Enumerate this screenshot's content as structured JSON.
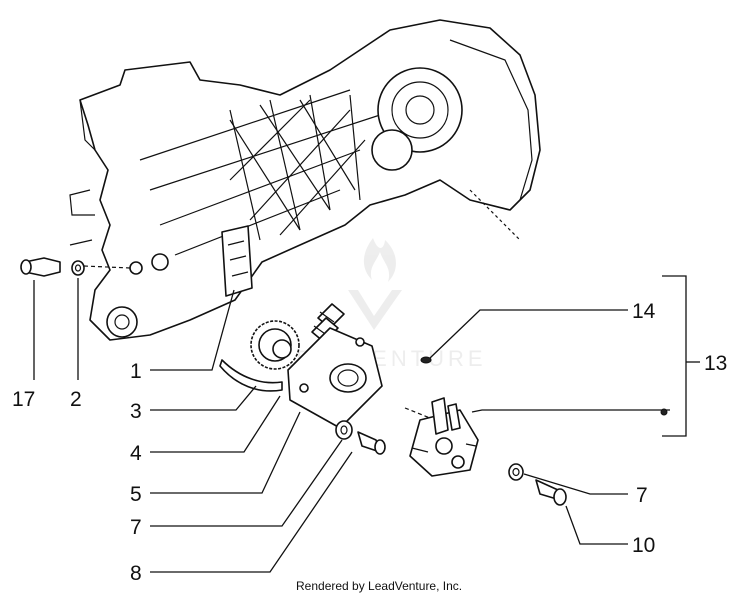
{
  "callouts": {
    "c1": "1",
    "c2": "2",
    "c3": "3",
    "c4": "4",
    "c5": "5",
    "c7a": "7",
    "c7b": "7",
    "c8": "8",
    "c10": "10",
    "c13": "13",
    "c14": "14",
    "c17": "17"
  },
  "footer": "Rendered by LeadVenture, Inc.",
  "watermark": "LEADVENTURE",
  "colors": {
    "line": "#111111",
    "background": "#ffffff",
    "watermark": "#ececec"
  }
}
